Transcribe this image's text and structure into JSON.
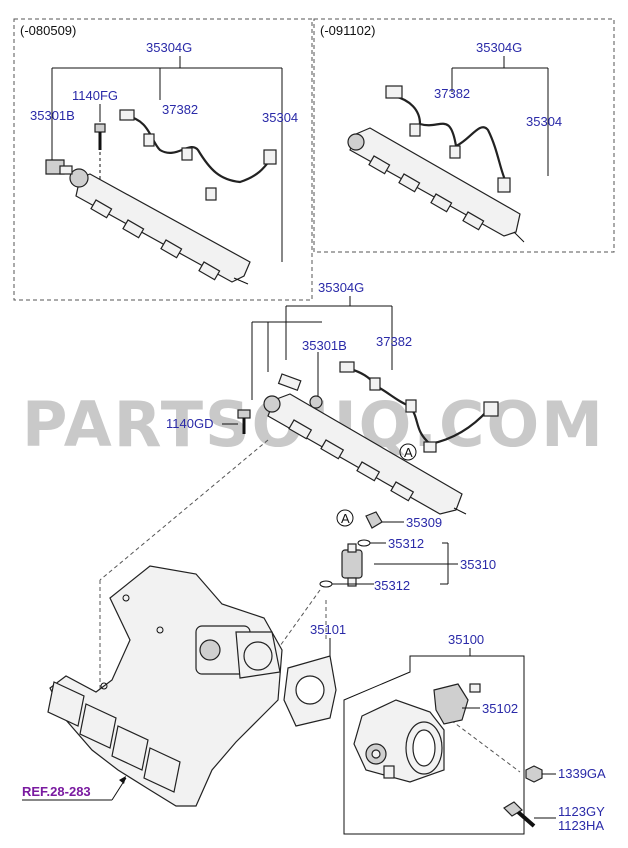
{
  "watermark": "PARTSOUQ.COM",
  "boxes": {
    "left_header": "(-080509)",
    "right_header": "(-091102)"
  },
  "labels": {
    "l_35304g": "35304G",
    "l_1140fg": "1140FG",
    "l_35301b": "35301B",
    "l_37382": "37382",
    "l_35304": "35304",
    "r_35304g": "35304G",
    "r_37382": "37382",
    "r_35304": "35304",
    "m_35304g": "35304G",
    "m_35301b": "35301B",
    "m_37382": "37382",
    "m_1140gd": "1140GD",
    "m_35309": "35309",
    "m_35312a": "35312",
    "m_35310": "35310",
    "m_35312b": "35312",
    "m_35101": "35101",
    "m_35100": "35100",
    "m_35102": "35102",
    "m_1339ga": "1339GA",
    "m_1123gy": "1123GY",
    "m_1123ha": "1123HA",
    "circle_a1": "A",
    "circle_a2": "A",
    "ref": "REF.28-283"
  }
}
